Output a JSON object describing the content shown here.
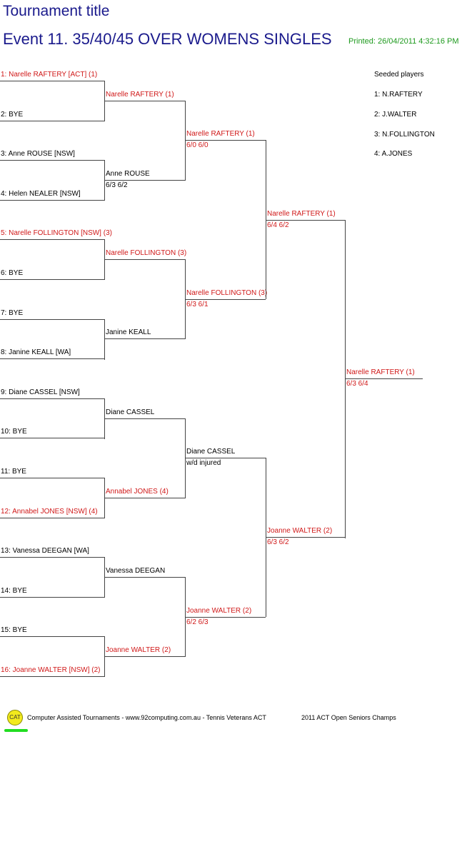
{
  "header": {
    "title": "Tournament title",
    "event": "Event 11. 35/40/45  OVER WOMENS SINGLES",
    "printed": "Printed: 26/04/2011 4:32:16 PM"
  },
  "colors": {
    "seeded": "#d01818",
    "title": "#1a1a8c",
    "printed": "#1e9a1e",
    "logo": "#f2ea1d"
  },
  "round1": [
    {
      "label": "1: Narelle RAFTERY [ACT] (1)",
      "seeded": true
    },
    {
      "label": "2: BYE",
      "seeded": false
    },
    {
      "label": "3: Anne ROUSE [NSW]",
      "seeded": false
    },
    {
      "label": "4: Helen NEALER [NSW]",
      "seeded": false
    },
    {
      "label": "5: Narelle FOLLINGTON [NSW] (3)",
      "seeded": true
    },
    {
      "label": "6: BYE",
      "seeded": false
    },
    {
      "label": "7: BYE",
      "seeded": false
    },
    {
      "label": "8: Janine KEALL [WA]",
      "seeded": false
    },
    {
      "label": "9: Diane CASSEL [NSW]",
      "seeded": false
    },
    {
      "label": "10: BYE",
      "seeded": false
    },
    {
      "label": "11: BYE",
      "seeded": false
    },
    {
      "label": "12: Annabel JONES [NSW] (4)",
      "seeded": true
    },
    {
      "label": "13: Vanessa DEEGAN [WA]",
      "seeded": false
    },
    {
      "label": "14: BYE",
      "seeded": false
    },
    {
      "label": "15: BYE",
      "seeded": false
    },
    {
      "label": "16: Joanne WALTER [NSW] (2)",
      "seeded": true
    }
  ],
  "round2": [
    {
      "name": "Narelle RAFTERY (1)",
      "score": "",
      "seeded": true
    },
    {
      "name": "Anne ROUSE",
      "score": "6/3 6/2",
      "seeded": false
    },
    {
      "name": "Narelle FOLLINGTON (3)",
      "score": "",
      "seeded": true
    },
    {
      "name": "Janine KEALL",
      "score": "",
      "seeded": false
    },
    {
      "name": "Diane CASSEL",
      "score": "",
      "seeded": false
    },
    {
      "name": "Annabel JONES (4)",
      "score": "",
      "seeded": true
    },
    {
      "name": "Vanessa DEEGAN",
      "score": "",
      "seeded": false
    },
    {
      "name": "Joanne WALTER (2)",
      "score": "",
      "seeded": true
    }
  ],
  "round3": [
    {
      "name": "Narelle RAFTERY (1)",
      "score": "6/0 6/0",
      "seeded": true
    },
    {
      "name": "Narelle FOLLINGTON (3)",
      "score": "6/3 6/1",
      "seeded": true
    },
    {
      "name": "Diane CASSEL",
      "score": "w/d injured",
      "seeded": false
    },
    {
      "name": "Joanne WALTER (2)",
      "score": "6/2 6/3",
      "seeded": true
    }
  ],
  "round4": [
    {
      "name": "Narelle RAFTERY (1)",
      "score": "6/4 6/2",
      "seeded": true
    },
    {
      "name": "Joanne WALTER (2)",
      "score": "6/3 6/2",
      "seeded": true
    }
  ],
  "final": {
    "name": "Narelle RAFTERY (1)",
    "score": "6/3 6/4",
    "seeded": true
  },
  "seeds": {
    "heading": "Seeded players",
    "items": [
      "1: N.RAFTERY",
      "2: J.WALTER",
      "3: N.FOLLINGTON",
      "4: A.JONES"
    ]
  },
  "footer": {
    "logo_text": "CAT",
    "credit": "Computer Assisted Tournaments - www.92computing.com.au -  Tennis Veterans ACT",
    "event_name": "2011 ACT Open Seniors Champs"
  }
}
